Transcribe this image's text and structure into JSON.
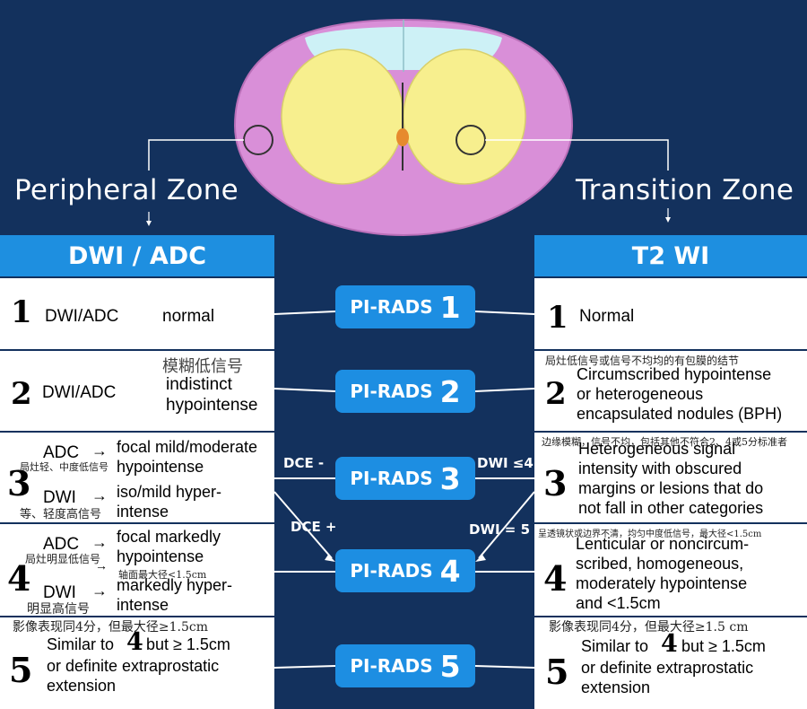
{
  "zones": {
    "left_title": "Peripheral Zone",
    "right_title": "Transition Zone",
    "left_header": "DWI / ADC",
    "right_header": "T2 WI"
  },
  "pirads": [
    {
      "label": "PI-RADS",
      "num": "1"
    },
    {
      "label": "PI-RADS",
      "num": "2"
    },
    {
      "label": "PI-RADS",
      "num": "3"
    },
    {
      "label": "PI-RADS",
      "num": "4"
    },
    {
      "label": "PI-RADS",
      "num": "5"
    }
  ],
  "connectors": {
    "dce_minus": "DCE -",
    "dce_plus": "DCE +",
    "dwi_le4": "DWI ≤4",
    "dwi_eq5": "DWI = 5"
  },
  "left_rows": {
    "r1": {
      "num": "1",
      "seq": "DWI/ADC",
      "desc": "normal"
    },
    "r2": {
      "num": "2",
      "seq": "DWI/ADC",
      "cn": "模糊低信号",
      "desc1": "indistinct",
      "desc2": "hypointense"
    },
    "r3": {
      "num": "3",
      "adc": "ADC",
      "adc_cn": "局灶轻、中度低信号",
      "adc_desc1": "focal mild/moderate",
      "adc_desc2": "hypointense",
      "dwi": "DWI",
      "dwi_cn": "等、轻度高信号",
      "dwi_desc1": "iso/mild hyper-",
      "dwi_desc2": "intense",
      "arrow": "→"
    },
    "r4": {
      "num": "4",
      "adc": "ADC",
      "adc_cn": "局灶明显低信号",
      "adc_desc1": "focal markedly",
      "adc_desc2": "hypointense",
      "axial_cn": "轴面最大径<1.5cm",
      "dwi": "DWI",
      "dwi_cn": "明显高信号",
      "dwi_desc1": "markedly hyper-",
      "dwi_desc2": "intense",
      "arrow": "→"
    },
    "r5": {
      "num": "5",
      "cn": "影像表现同4分，但最大径≥1.5cm",
      "desc1a": "Similar to",
      "desc1b": "4",
      "desc1c": "but ≥ 1.5cm",
      "desc2": "or definite extraprostatic",
      "desc3": "extension"
    }
  },
  "right_rows": {
    "r1": {
      "num": "1",
      "desc": "Normal"
    },
    "r2": {
      "num": "2",
      "cn": "局灶低信号或信号不均均的有包膜的结节",
      "desc1": "Circumscribed hypointense",
      "desc2": "or heterogeneous",
      "desc3": "encapsulated nodules (BPH)"
    },
    "r3": {
      "num": "3",
      "cn": "边缘模糊，信号不均，包括其他不符合2、4或5分标准者",
      "desc1": "Heterogeneous signal",
      "desc2": "intensity with obscured",
      "desc3": "margins or lesions that do",
      "desc4": "not fall in other categories"
    },
    "r4": {
      "num": "4",
      "cn": "呈透镜状或边界不清，均匀中度低信号，最大径<1.5cm",
      "desc1": "Lenticular or noncircum-",
      "desc2": "scribed, homogeneous,",
      "desc3": "moderately hypointense",
      "desc4": "and <1.5cm"
    },
    "r5": {
      "num": "5",
      "cn": "影像表现同4分，但最大径≥1.5 cm",
      "desc1a": "Similar to",
      "desc1b": "4",
      "desc1c": "but ≥ 1.5cm",
      "desc2": "or definite extraprostatic",
      "desc3": "extension"
    }
  },
  "colors": {
    "background": "#13315d",
    "header_blue": "#1e8fe0",
    "peripheral": "#d98fd8",
    "transition": "#f7ef8e",
    "anterior": "#cdf1f6"
  }
}
